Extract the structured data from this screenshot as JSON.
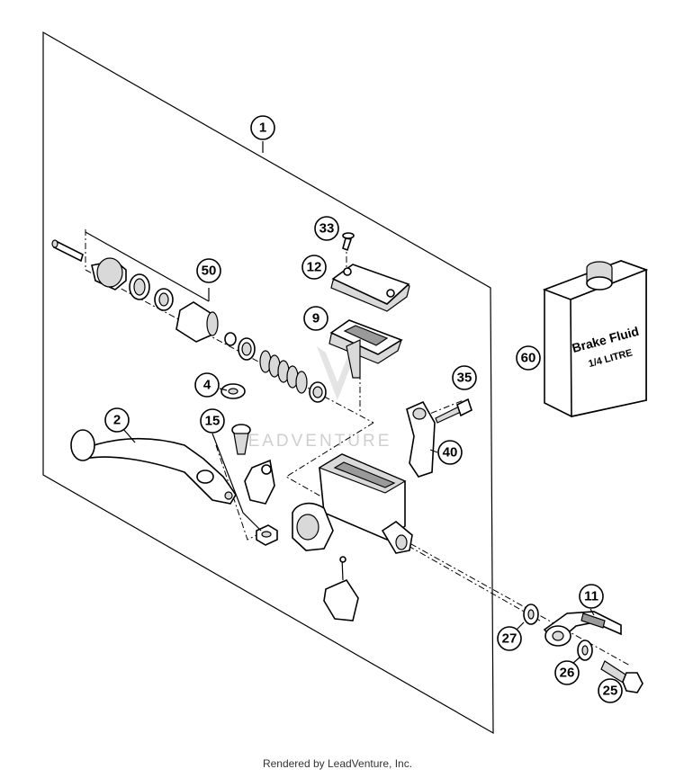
{
  "callouts": [
    "1",
    "2",
    "4",
    "9",
    "11",
    "12",
    "15",
    "25",
    "26",
    "27",
    "33",
    "35",
    "40",
    "50",
    "60"
  ],
  "bottle": {
    "line1": "Brake Fluid",
    "line2": "1/4 LITRE"
  },
  "watermark": "LEADVENTURE",
  "footer": "Rendered by LeadVenture, Inc."
}
